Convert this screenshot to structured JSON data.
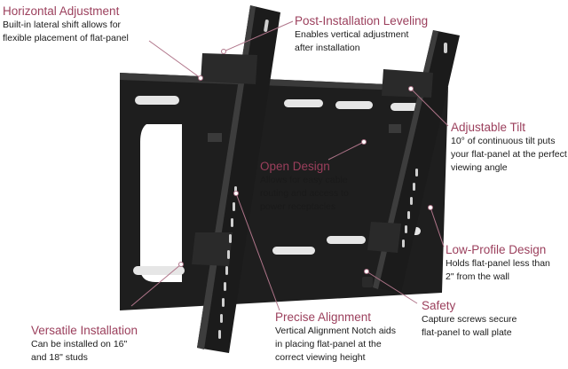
{
  "colors": {
    "title": "#9b3f5c",
    "leader": "#b0758a",
    "metal": "#1b1b1b",
    "text": "#1a1a1a"
  },
  "callouts": {
    "horizontal_adjustment": {
      "title": "Horizontal Adjustment",
      "lines": [
        "Built-in lateral shift allows for",
        "flexible placement of flat-panel"
      ]
    },
    "post_installation_leveling": {
      "title": "Post-Installation Leveling",
      "lines": [
        "Enables vertical adjustment",
        "after installation"
      ]
    },
    "adjustable_tilt": {
      "title": "Adjustable Tilt",
      "lines": [
        "10° of continuous tilt puts",
        "your flat-panel at the perfect",
        "viewing angle"
      ]
    },
    "open_design": {
      "title": "Open Design",
      "lines": [
        "Allows for easy cable",
        "routing and access to",
        "power receptacles"
      ]
    },
    "low_profile_design": {
      "title": "Low-Profile Design",
      "lines": [
        "Holds flat-panel less than",
        "2\" from the wall"
      ]
    },
    "safety": {
      "title": "Safety",
      "lines": [
        "Capture screws secure",
        "flat-panel to wall plate"
      ]
    },
    "precise_alignment": {
      "title": "Precise Alignment",
      "lines": [
        "Vertical Alignment Notch aids",
        "in placing flat-panel at the",
        "correct viewing height"
      ]
    },
    "versatile_installation": {
      "title": "Versatile Installation",
      "lines": [
        "Can be installed on 16\"",
        "and 18\" studs"
      ]
    }
  }
}
